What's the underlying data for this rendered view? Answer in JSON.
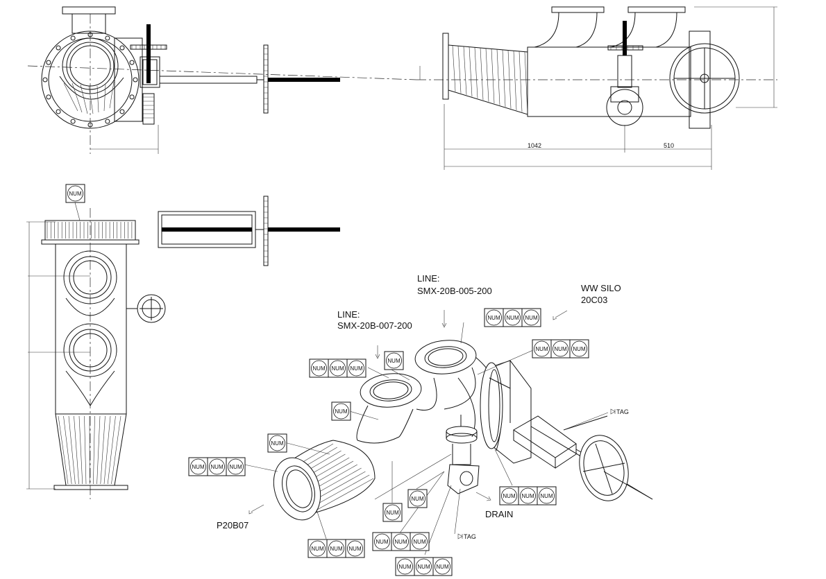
{
  "labels": {
    "line1_title": "LINE:",
    "line1_code": "SMX-20B-005-200",
    "line2_title": "LINE:",
    "line2_code": "SMX-20B-007-200",
    "silo_name": "WW SILO",
    "silo_code": "20C03",
    "outlet": "P20B07",
    "drain": "DRAIN",
    "tag": "TAG"
  },
  "dimensions": {
    "dim_a": "1042",
    "dim_b": "510"
  },
  "balloon_text": "NUM",
  "colors": {
    "line": "#111111",
    "background": "#ffffff"
  }
}
